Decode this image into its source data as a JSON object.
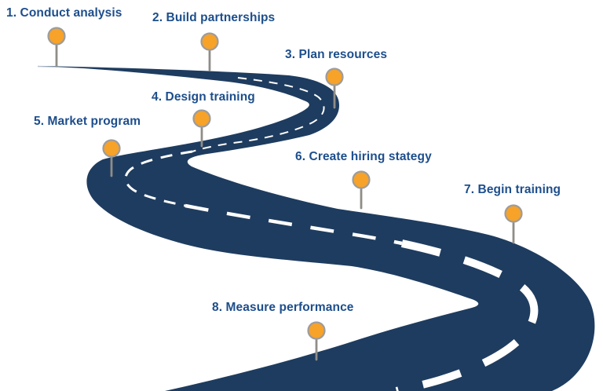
{
  "diagram": {
    "kind": "roadmap-infographic",
    "milestones": [
      {
        "label": "1. Conduct analysis"
      },
      {
        "label": "2. Build partnerships"
      },
      {
        "label": "3. Plan resources"
      },
      {
        "label": "4. Design training"
      },
      {
        "label": "5. Market program"
      },
      {
        "label": "6. Create hiring stategy"
      },
      {
        "label": "7. Begin training"
      },
      {
        "label": "8. Measure performance"
      }
    ],
    "colors": {
      "road": "#1e3c5f",
      "centerline": "#ffffff",
      "label_text": "#1d4e8c",
      "pin_fill": "#f7a229",
      "pin_border": "#9c9c9c",
      "pin_stem": "#908d88",
      "horizon_line": "#b9c1cd"
    },
    "icons": [
      "pin-marker-icon"
    ]
  }
}
